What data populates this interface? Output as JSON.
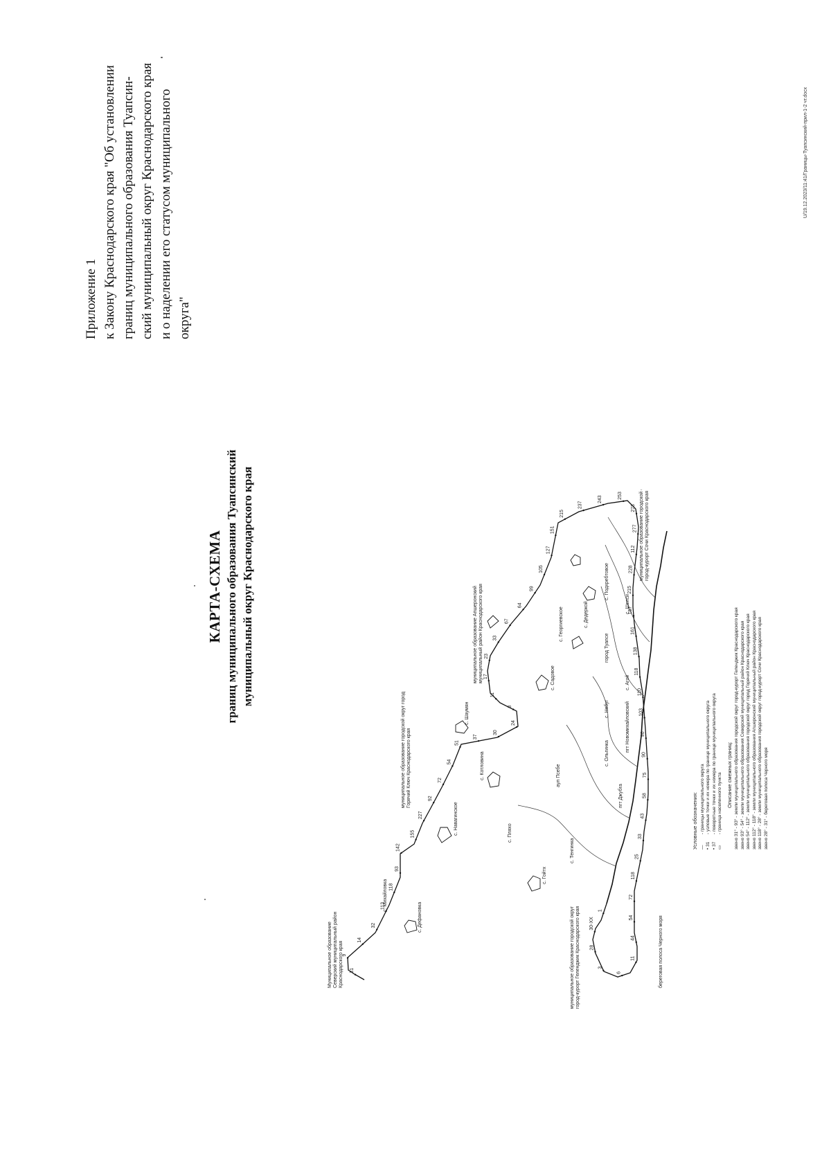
{
  "annex": {
    "lines": [
      "Приложение 1",
      "к Закону Краснодарского края \"Об установлении",
      "границ муниципального образования Туапсин-",
      "ский муниципальный округ Краснодарского края",
      "и о наделении его статусом муниципального",
      "округа\""
    ]
  },
  "title": {
    "main": "КАРТА-СХЕМА",
    "sub1": "границ муниципального образования Туапсинский",
    "sub2": "муниципальный округ Краснодарского края"
  },
  "map": {
    "neighbors": {
      "northern": [
        "Муниципальное образование",
        "Северский муниципальный район",
        "Краснодарского края"
      ],
      "goryachy": [
        "муниципальное образование городской округ город",
        "Горячий Ключ Краснодарского края"
      ],
      "apsheronsky": [
        "муниципальное образование Апшеронский",
        "муниципальный район Краснодарского края"
      ],
      "sochi": [
        "муниципальное образование городской округ",
        "город-курорт Сочи Краснодарского края"
      ],
      "gelendzhik": [
        "муниципальное образование городской округ",
        "город-курорт Геленджик Краснодарского края"
      ],
      "sea": "береговая полоса Черного моря"
    },
    "settlements": [
      "с. Михайловка",
      "с. Дефановка",
      "с. Гойтх",
      "с. Навагинское",
      "с. Котловина",
      "с. Шаумян",
      "с. Садовое",
      "с. Георгиевское",
      "с. Подхребтовое",
      "с. Пляхо",
      "с. Тенгинка",
      "с. Небуг",
      "с. Агой",
      "с. Шепси",
      "с. Дедеркой",
      "город Туапсе",
      "пгт Джубга",
      "пгт Новомихайловский",
      "аул Псебе",
      "с. Ольгинка"
    ],
    "point_numbers": [
      "31",
      "9",
      "14",
      "32",
      "113",
      "118",
      "93",
      "142",
      "155",
      "227",
      "92",
      "72",
      "54",
      "51",
      "37",
      "30",
      "24",
      "8",
      "11",
      "17",
      "23",
      "33",
      "67",
      "64",
      "99",
      "105",
      "127",
      "151",
      "215",
      "237",
      "243",
      "253",
      "273",
      "277",
      "112",
      "228",
      "215",
      "187",
      "161",
      "138",
      "118",
      "110",
      "103",
      "96",
      "90",
      "75",
      "58",
      "43",
      "33",
      "25",
      "118",
      "72",
      "54",
      "44",
      "11",
      "6",
      "3",
      "28",
      "30-XX",
      "1"
    ]
  },
  "legend": {
    "heading": "Условные обозначения:",
    "items": [
      "- границы муниципального округа",
      "- узловые точки и их номера по границе муниципального округа",
      "- поворотные точки и их номера по границе муниципального округа",
      "- граница населенного пункта"
    ],
    "symbols": [
      "—",
      "• 31",
      "• 37",
      "▭"
    ],
    "description_title": "Описание смежных границ:",
    "descriptions": [
      "звено 31° - 93° - земли муниципального образования городской округ город-курорт Геленджик Краснодарского края",
      "звено 93° - 54° - земли муниципального образования Северский муниципальный район Краснодарского края",
      "звено 54° - 112° - земли муниципального образования городской округ город Горячий Ключ Краснодарского края",
      "звено 112° - 118° - земли муниципального образования Апшеронский муниципальный район Краснодарского края",
      "звено 118° - 28° - земли муниципального образования городской округ город-курорт Сочи Краснодарского края",
      "звено 28° - 31° - береговая полоса Черного моря"
    ]
  },
  "footer": "U/19.12.2023/11:41/Границы-Туапсинский-прил-1-2 чт.docx"
}
